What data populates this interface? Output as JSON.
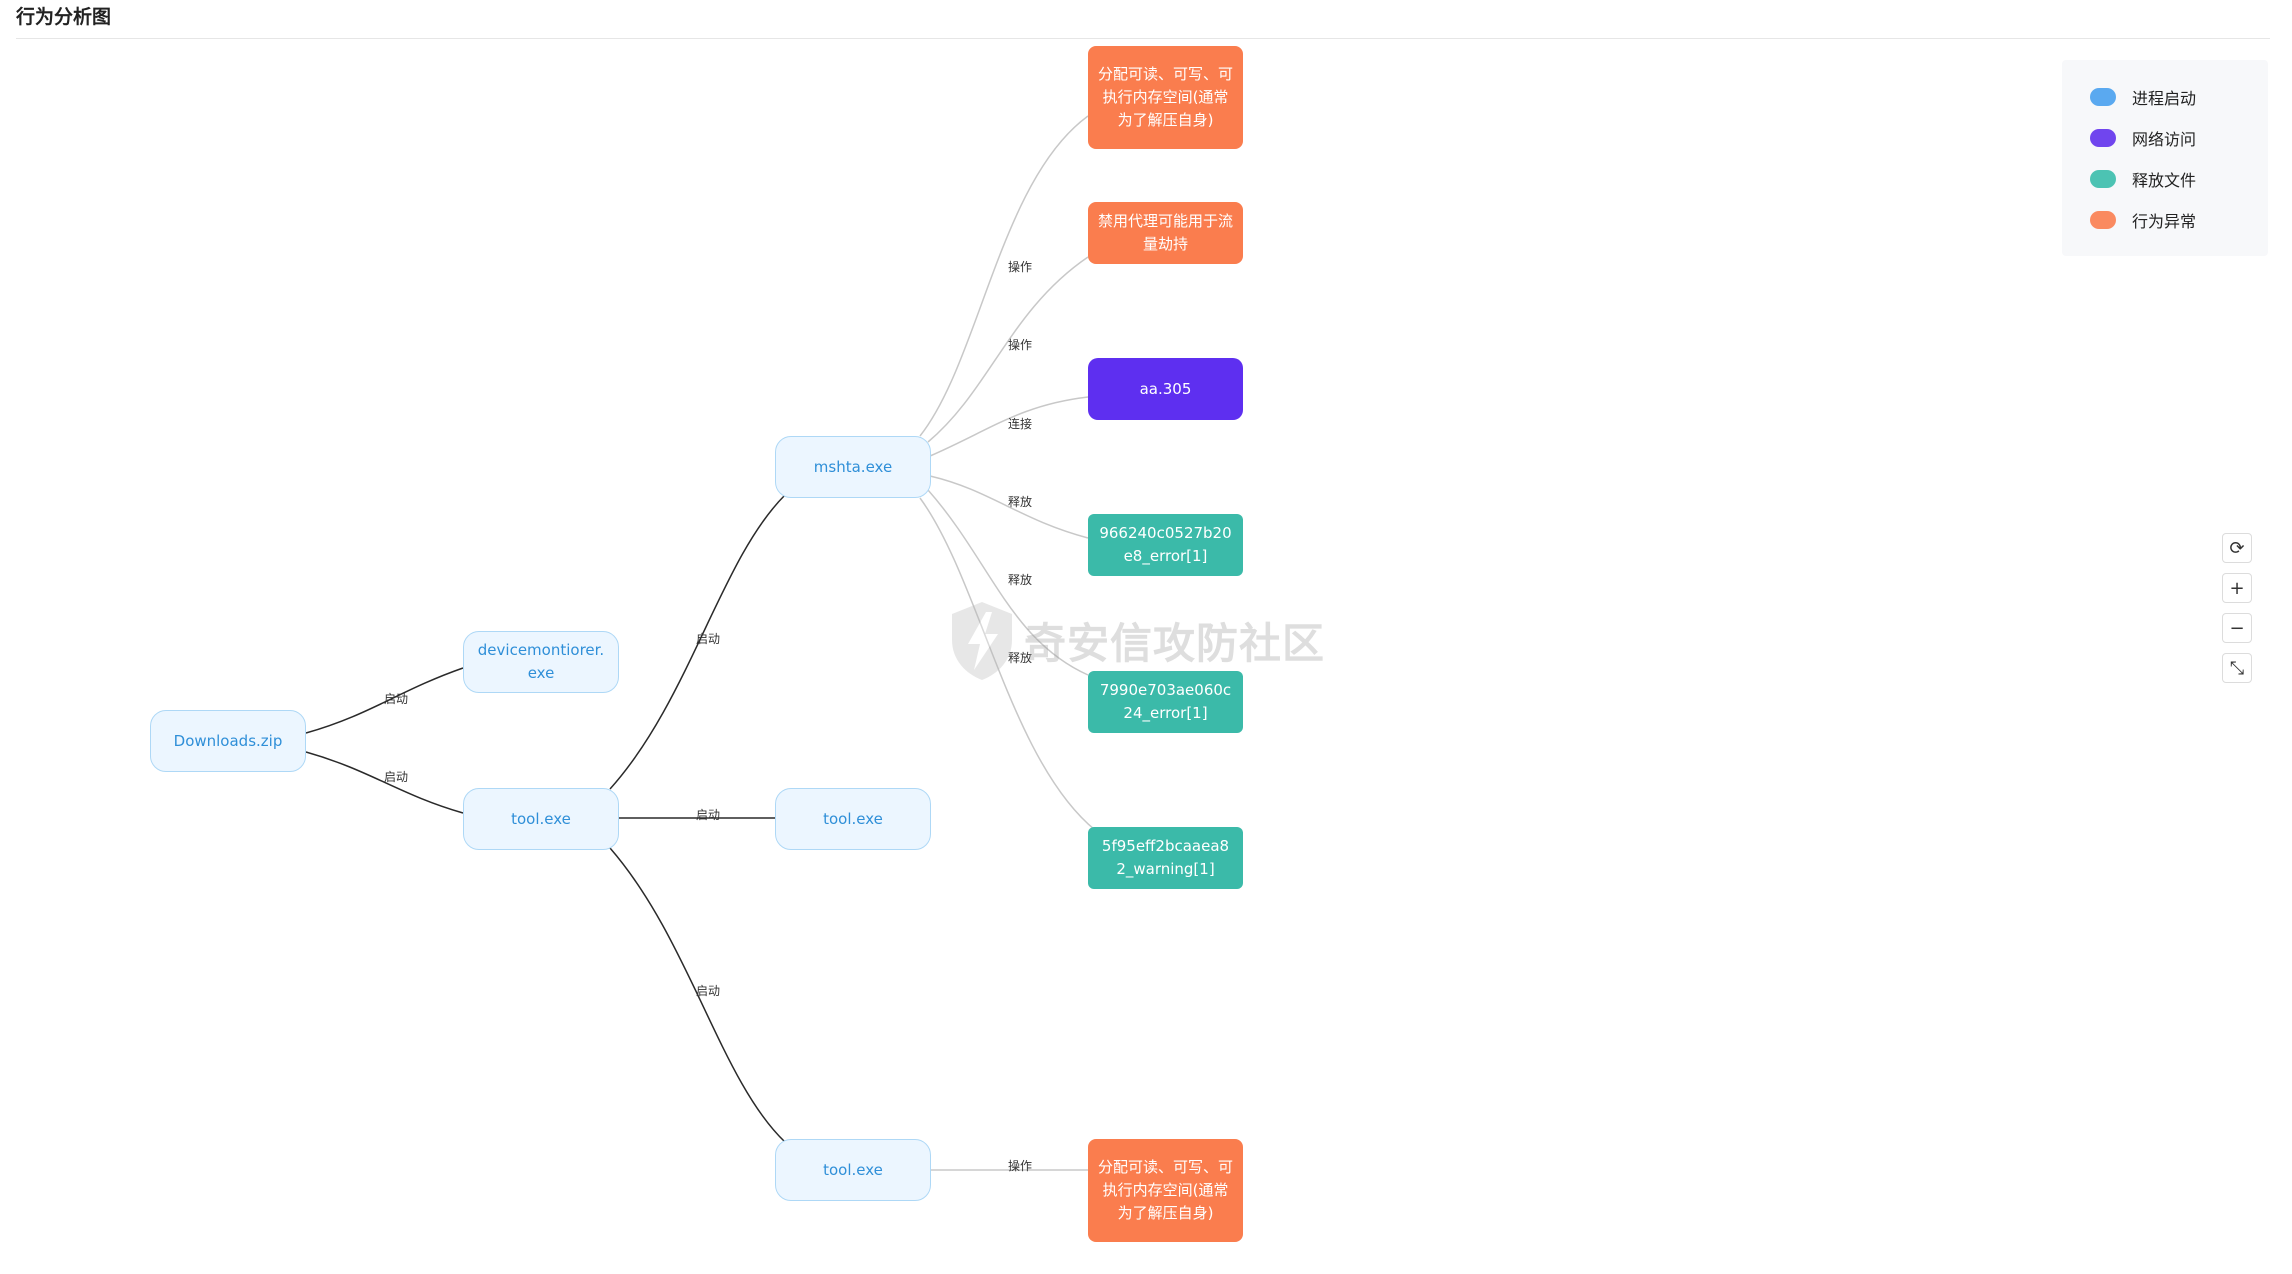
{
  "header": {
    "title": "行为分析图"
  },
  "legend": [
    {
      "label": "进程启动",
      "color": "#5aa9f0"
    },
    {
      "label": "网络访问",
      "color": "#7045ee"
    },
    {
      "label": "释放文件",
      "color": "#4cc3b3"
    },
    {
      "label": "行为异常",
      "color": "#fa8a60"
    }
  ],
  "nodes": {
    "downloads_zip": "Downloads.zip",
    "devicemontiorer": "devicemontiorer.exe",
    "tool_exe_1": "tool.exe",
    "mshta_exe": "mshta.exe",
    "tool_exe_2": "tool.exe",
    "tool_exe_3": "tool.exe",
    "mem_alloc_1": "分配可读、可写、可执行内存空间(通常为了解压自身)",
    "disable_proxy": "禁用代理可能用于流量劫持",
    "network_host": "aa.305",
    "file_1": "966240c0527b20e8_error[1]",
    "file_2": "7990e703ae060c24_error[1]",
    "file_3": "5f95eff2bcaaea82_warning[1]",
    "mem_alloc_2": "分配可读、可写、可执行内存空间(通常为了解压自身)"
  },
  "edge_labels": {
    "start": "启动",
    "operate": "操作",
    "connect": "连接",
    "release": "释放"
  },
  "watermark": "奇安信攻防社区",
  "toolbar": [
    {
      "name": "refresh-icon",
      "glyph": "⟳"
    },
    {
      "name": "zoom-in-icon",
      "glyph": "+"
    },
    {
      "name": "zoom-out-icon",
      "glyph": "−"
    },
    {
      "name": "collapse-icon",
      "glyph": "⤡"
    }
  ]
}
